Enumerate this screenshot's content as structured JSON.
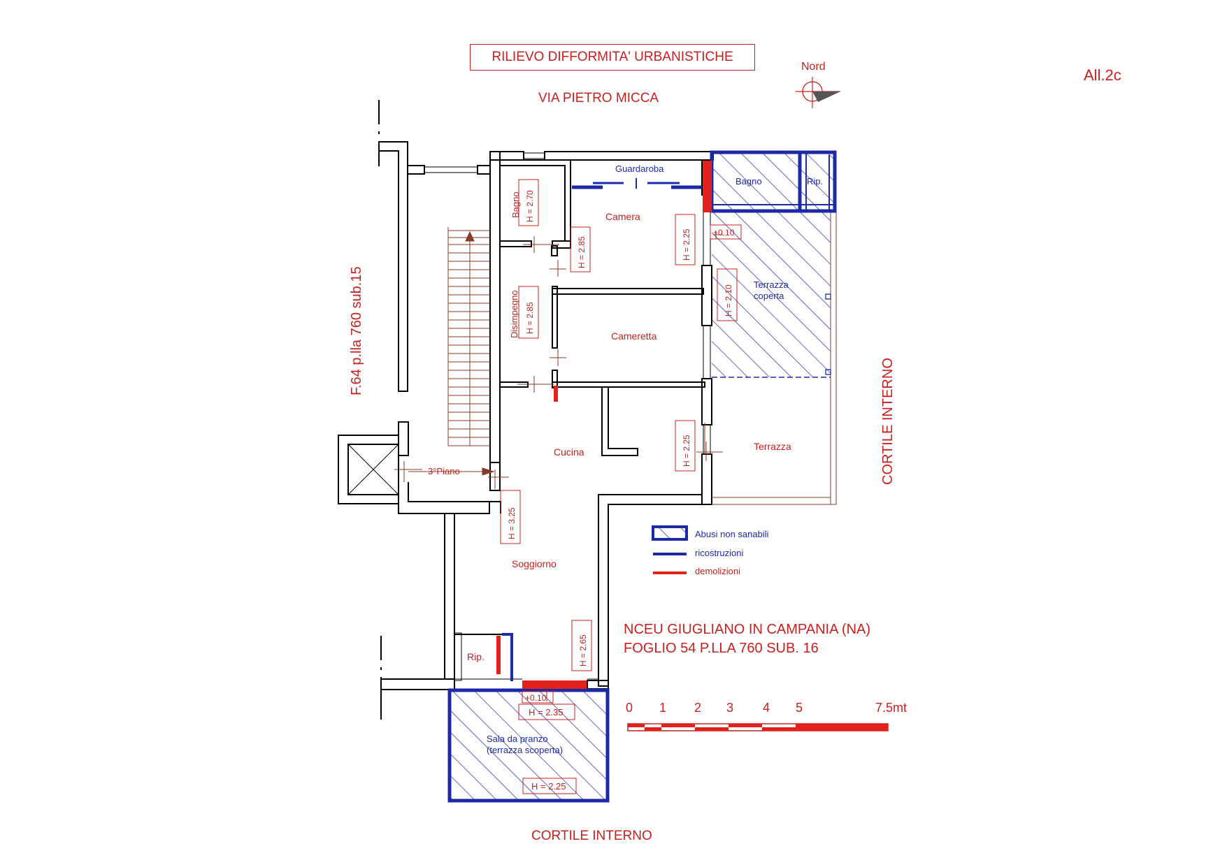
{
  "header": {
    "title": "RILIEVO DIFFORMITA' URBANISTICHE",
    "street": "VIA PIETRO MICCA",
    "attachment": "All.2c",
    "north_label": "Nord"
  },
  "side_labels": {
    "left": "F.64 p.lla 760 sub.15",
    "right": "CORTILE INTERNO",
    "bottom": "CORTILE INTERNO"
  },
  "rooms": {
    "guardaroba": "Guardaroba",
    "bagno_top": "Bagno",
    "rip_top": "Rip.",
    "camera": "Camera",
    "bagno_left": "Bagno",
    "terrazza_coperta_1": "Terrazza",
    "terrazza_coperta_2": "coperta",
    "disimpegno": "Disimpegno",
    "cameretta": "Cameretta",
    "cucina": "Cucina",
    "terrazza": "Terrazza",
    "piano": "3°Piano",
    "soggiorno": "Soggiorno",
    "rip_bottom": "Rip.",
    "sala_1": "Sala da pranzo",
    "sala_2": "(terrazza scoperta)"
  },
  "heights": {
    "bagno": "H = 2.70",
    "camera_left": "H = 2.85",
    "camera_right": "H = 2.25",
    "level_top": "+0.10",
    "terrazza_coperta": "H = 2.10",
    "disimpegno": "H = 2.85",
    "cucina": "H = 2.25",
    "soggiorno": "H = 3.25",
    "entrance": "H = 2.65",
    "level_bottom": "+0.10",
    "sala_top": "H = 2.35",
    "sala_bottom": "H = 2.25"
  },
  "legend": {
    "items": [
      {
        "label": "Abusi non sanabili",
        "color": "#1d2aa8"
      },
      {
        "label": "ricostruzioni",
        "color": "#1d2aa8"
      },
      {
        "label": "demolizioni",
        "color": "#e3211d"
      }
    ]
  },
  "cadastre": {
    "line1": "NCEU GIUGLIANO IN CAMPANIA (NA)",
    "line2": "FOGLIO 54  P.LLA 760 SUB. 16"
  },
  "scale": {
    "ticks": [
      "0",
      "1",
      "2",
      "3",
      "4",
      "5",
      "7.5mt"
    ]
  },
  "colors": {
    "annotation_red": "#c8201e",
    "abuse_blue": "#1d2aa8",
    "demolition_red": "#e3211d",
    "wall": "#000000"
  }
}
